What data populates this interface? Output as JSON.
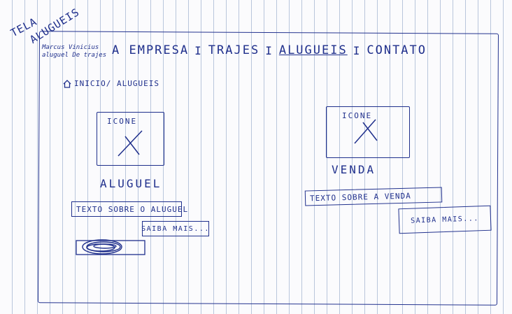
{
  "sheet": {
    "title_line1": "TELA",
    "title_line2": "ALUGUEIS"
  },
  "header": {
    "logo_line1": "Marcus Vinicius",
    "logo_line2": "aluguel De trajes",
    "nav": [
      "A EMPRESA",
      "TRAJES",
      "ALUGUEIS",
      "CONTATO"
    ],
    "separator": "I",
    "active_index": 2
  },
  "breadcrumb": {
    "icon": "home-icon",
    "text": "INICIO/ ALUGUEIS"
  },
  "cards": [
    {
      "icon_label": "ICONE",
      "icon": "placeholder-x-icon",
      "heading": "ALUGUEL",
      "text": "TEXTO SOBRE O ALUGUEL",
      "button": "SAIBA MAIS..."
    },
    {
      "icon_label": "ICONE",
      "icon": "placeholder-x-icon",
      "heading": "VENDA",
      "text": "TEXTO SOBRE A VENDA",
      "button": "SAIBA MAIS..."
    }
  ],
  "colors": {
    "ink": "#1f2f8c",
    "paper": "#fbfbfd",
    "rule": "#b9c6dc"
  }
}
